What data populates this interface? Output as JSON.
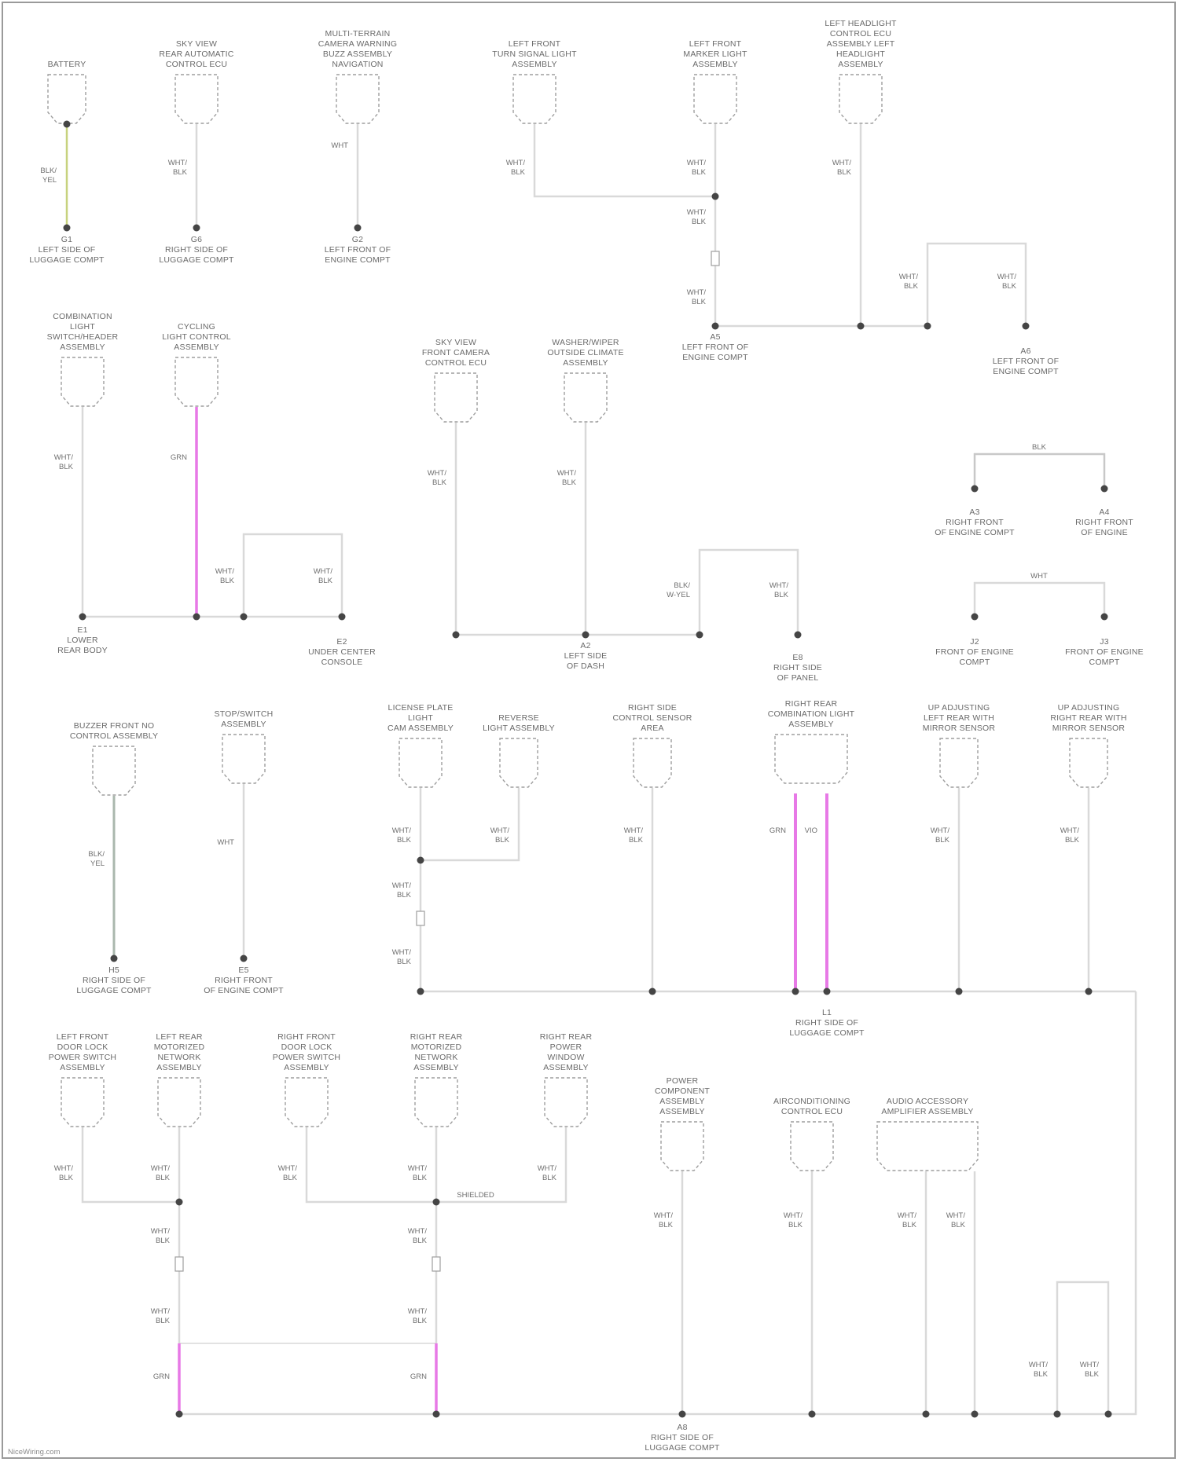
{
  "colors": {
    "wire": "#d9d9d9",
    "wire_dark": "#c8c8c8",
    "wire_pink": "#e779e6",
    "wire_green": "#c7d27e",
    "wire_gray": "#aab7ad",
    "node": "#454545",
    "box_stroke": "#9e9e9e",
    "text": "#6a6a6a"
  },
  "components": [
    {
      "id": "c1",
      "lines": [
        "BATTERY"
      ]
    },
    {
      "id": "c2",
      "lines": [
        "SKY VIEW",
        "REAR AUTOMATIC",
        "CONTROL ECU"
      ]
    },
    {
      "id": "c3",
      "lines": [
        "MULTI-TERRAIN",
        "CAMERA WARNING",
        "BUZZ ASSEMBLY",
        "NAVIGATION"
      ]
    },
    {
      "id": "c4",
      "lines": [
        "LEFT FRONT",
        "TURN SIGNAL LIGHT",
        "ASSEMBLY"
      ]
    },
    {
      "id": "c5",
      "lines": [
        "LEFT FRONT",
        "MARKER LIGHT",
        "ASSEMBLY"
      ]
    },
    {
      "id": "c6",
      "lines": [
        "LEFT HEADLIGHT",
        "CONTROL ECU",
        "ASSEMBLY LEFT",
        "HEADLIGHT",
        "ASSEMBLY"
      ]
    },
    {
      "id": "c7",
      "lines": [
        "COMBINATION",
        "LIGHT",
        "SWITCH/HEADER",
        "ASSEMBLY"
      ]
    },
    {
      "id": "c8",
      "lines": [
        "CYCLING",
        "LIGHT CONTROL",
        "ASSEMBLY"
      ]
    },
    {
      "id": "c9",
      "lines": [
        "SKY VIEW",
        "FRONT CAMERA",
        "CONTROL ECU"
      ]
    },
    {
      "id": "c10",
      "lines": [
        "WASHER/WIPER",
        "OUTSIDE CLIMATE",
        "ASSEMBLY"
      ]
    },
    {
      "id": "c11",
      "lines": [
        "BUZZER FRONT NO",
        "CONTROL ASSEMBLY"
      ]
    },
    {
      "id": "c12",
      "lines": [
        "STOP/SWITCH",
        "ASSEMBLY"
      ]
    },
    {
      "id": "c13",
      "lines": [
        "LICENSE PLATE",
        "LIGHT",
        "CAM ASSEMBLY"
      ]
    },
    {
      "id": "c14",
      "lines": [
        "REVERSE",
        "LIGHT ASSEMBLY"
      ]
    },
    {
      "id": "c15",
      "lines": [
        "RIGHT SIDE",
        "CONTROL SENSOR",
        "AREA"
      ]
    },
    {
      "id": "c16",
      "lines": [
        "RIGHT REAR",
        "COMBINATION LIGHT",
        "ASSEMBLY"
      ]
    },
    {
      "id": "c17",
      "lines": [
        "UP ADJUSTING",
        "LEFT REAR WITH",
        "MIRROR SENSOR"
      ]
    },
    {
      "id": "c18",
      "lines": [
        "UP ADJUSTING",
        "RIGHT REAR WITH",
        "MIRROR SENSOR"
      ]
    },
    {
      "id": "c19",
      "lines": [
        "LEFT FRONT",
        "DOOR LOCK",
        "POWER SWITCH",
        "ASSEMBLY"
      ]
    },
    {
      "id": "c20",
      "lines": [
        "LEFT REAR",
        "MOTORIZED",
        "NETWORK",
        "ASSEMBLY"
      ]
    },
    {
      "id": "c21",
      "lines": [
        "RIGHT FRONT",
        "DOOR LOCK",
        "POWER SWITCH",
        "ASSEMBLY"
      ]
    },
    {
      "id": "c22",
      "lines": [
        "RIGHT REAR",
        "MOTORIZED",
        "NETWORK",
        "ASSEMBLY"
      ]
    },
    {
      "id": "c23",
      "lines": [
        "RIGHT REAR",
        "POWER",
        "WINDOW",
        "ASSEMBLY"
      ]
    },
    {
      "id": "c24",
      "lines": [
        "POWER",
        "COMPONENT",
        "ASSEMBLY",
        "ASSEMBLY"
      ]
    },
    {
      "id": "c25",
      "lines": [
        "AIRCONDITIONING",
        "CONTROL ECU"
      ]
    },
    {
      "id": "c26",
      "lines": [
        "AUDIO ACCESSORY",
        "AMPLIFIER ASSEMBLY"
      ]
    }
  ],
  "grounds": [
    {
      "id": "g1",
      "lines": [
        "G1",
        "LEFT SIDE OF",
        "LUGGAGE COMPT"
      ]
    },
    {
      "id": "g2",
      "lines": [
        "G6",
        "RIGHT SIDE OF",
        "LUGGAGE COMPT"
      ]
    },
    {
      "id": "g3",
      "lines": [
        "G2",
        "LEFT FRONT OF",
        "ENGINE COMPT"
      ]
    },
    {
      "id": "g4",
      "lines": [
        "A5",
        "LEFT FRONT OF",
        "ENGINE COMPT"
      ]
    },
    {
      "id": "g5",
      "lines": [
        "A6",
        "LEFT FRONT OF",
        "ENGINE COMPT"
      ]
    },
    {
      "id": "g6",
      "lines": [
        "E1",
        "LOWER",
        "REAR BODY"
      ]
    },
    {
      "id": "g7",
      "lines": [
        "E2",
        "UNDER CENTER",
        "CONSOLE"
      ]
    },
    {
      "id": "g8",
      "lines": [
        "A2",
        "LEFT SIDE",
        "OF DASH"
      ]
    },
    {
      "id": "g9",
      "lines": [
        "E8",
        "RIGHT SIDE",
        "OF PANEL"
      ]
    },
    {
      "id": "g10",
      "lines": [
        "A3",
        "RIGHT FRONT",
        "OF ENGINE COMPT"
      ]
    },
    {
      "id": "g11",
      "lines": [
        "A4",
        "RIGHT FRONT",
        "OF ENGINE"
      ]
    },
    {
      "id": "g12",
      "lines": [
        "J2",
        "FRONT OF ENGINE",
        "COMPT"
      ]
    },
    {
      "id": "g13",
      "lines": [
        "J3",
        "FRONT OF ENGINE",
        "COMPT"
      ]
    },
    {
      "id": "g14",
      "lines": [
        "H5",
        "RIGHT SIDE OF",
        "LUGGAGE COMPT"
      ]
    },
    {
      "id": "g15",
      "lines": [
        "E5",
        "RIGHT FRONT",
        "OF ENGINE COMPT"
      ]
    },
    {
      "id": "g16",
      "lines": [
        "L1",
        "RIGHT SIDE OF",
        "LUGGAGE COMPT"
      ]
    },
    {
      "id": "g17",
      "lines": [
        "A8",
        "RIGHT SIDE OF",
        "LUGGAGE COMPT"
      ]
    }
  ],
  "wire_labels": {
    "wht_blk": "WHT/ BLK",
    "wht": "WHT",
    "blk": "BLK",
    "blk_yel": "BLK/ YEL",
    "grn": "GRN",
    "yel": "YEL",
    "vio": "VIO",
    "blk_vio": "BLK/ W-YEL",
    "shielded": "SHIELDED",
    "bus_top": "BLK",
    "bus_top2": "WHT"
  },
  "footer": "NiceWiring.com"
}
